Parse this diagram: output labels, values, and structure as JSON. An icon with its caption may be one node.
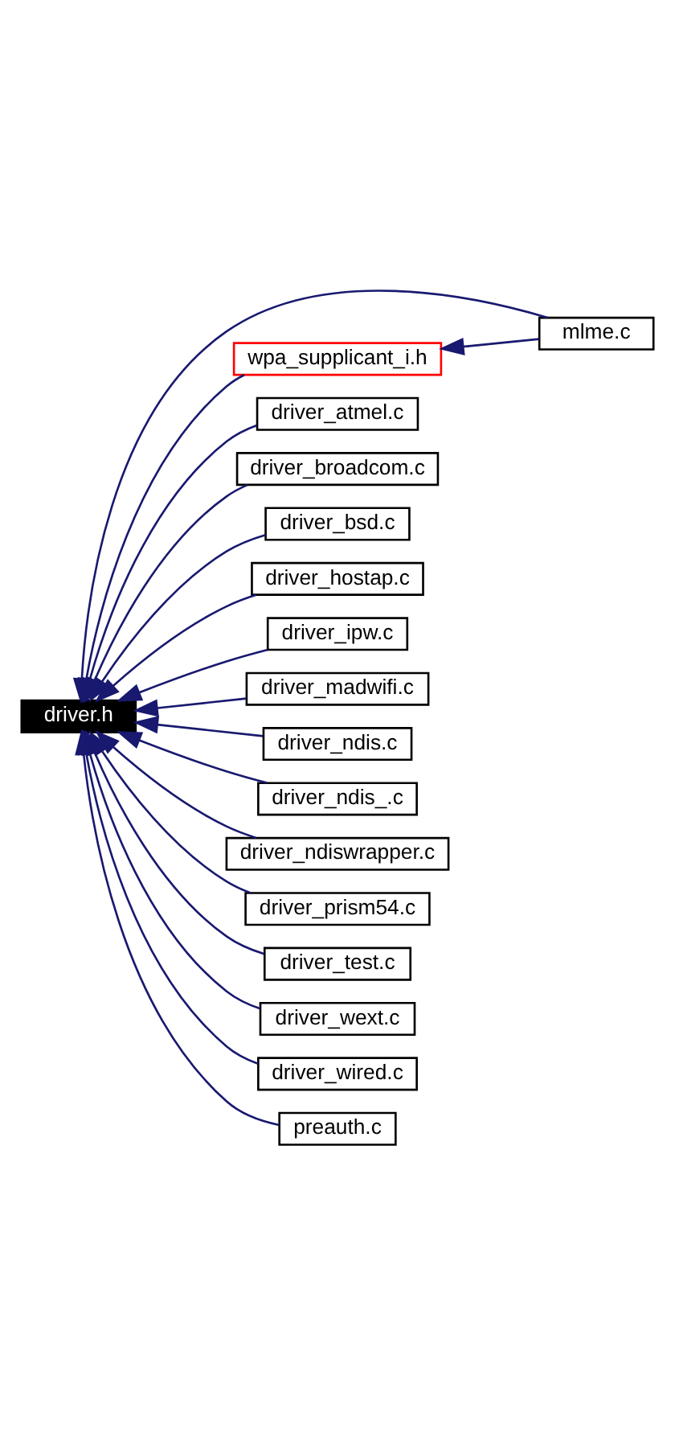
{
  "diagram": {
    "nodes": [
      {
        "text": [
          "driver.h"
        ]
      },
      {
        "text": [
          "wpa_supplicant_i.h"
        ]
      },
      {
        "text": [
          "mlme.c"
        ]
      },
      {
        "text": [
          "driver_atmel.c"
        ]
      },
      {
        "text": [
          "driver_broadcom.c"
        ]
      },
      {
        "text": [
          "driver_bsd.c"
        ]
      },
      {
        "text": [
          "driver_hostap.c"
        ]
      },
      {
        "text": [
          "driver_ipw.c"
        ]
      },
      {
        "text": [
          "driver_madwifi.c"
        ]
      },
      {
        "text": [
          "driver_ndis.c"
        ]
      },
      {
        "text": [
          "driver_ndis_.c"
        ]
      },
      {
        "text": [
          "driver_ndiswrapper.c"
        ]
      },
      {
        "text": [
          "driver_prism54.c"
        ]
      },
      {
        "text": [
          "driver_test.c"
        ]
      },
      {
        "text": [
          "driver_wext.c"
        ]
      },
      {
        "text": [
          "driver_wired.c"
        ]
      },
      {
        "text": [
          "preauth.c"
        ]
      }
    ],
    "edges": [
      {
        "from": 1,
        "to": 0,
        "arrow": "to"
      },
      {
        "from": 2,
        "to": 1,
        "arrow": "to"
      },
      {
        "from": 2,
        "to": 0,
        "arrow": "to"
      },
      {
        "from": 3,
        "to": 0,
        "arrow": "to"
      },
      {
        "from": 4,
        "to": 0,
        "arrow": "to"
      },
      {
        "from": 5,
        "to": 0,
        "arrow": "to"
      },
      {
        "from": 6,
        "to": 0,
        "arrow": "to"
      },
      {
        "from": 7,
        "to": 0,
        "arrow": "to"
      },
      {
        "from": 8,
        "to": 0,
        "arrow": "to"
      },
      {
        "from": 9,
        "to": 0,
        "arrow": "to"
      },
      {
        "from": 10,
        "to": 0,
        "arrow": "to"
      },
      {
        "from": 11,
        "to": 0,
        "arrow": "to"
      },
      {
        "from": 12,
        "to": 0,
        "arrow": "to"
      },
      {
        "from": 13,
        "to": 0,
        "arrow": "to"
      },
      {
        "from": 14,
        "to": 0,
        "arrow": "to"
      },
      {
        "from": 15,
        "to": 0,
        "arrow": "to"
      },
      {
        "from": 16,
        "to": 0,
        "arrow": "to"
      }
    ]
  }
}
